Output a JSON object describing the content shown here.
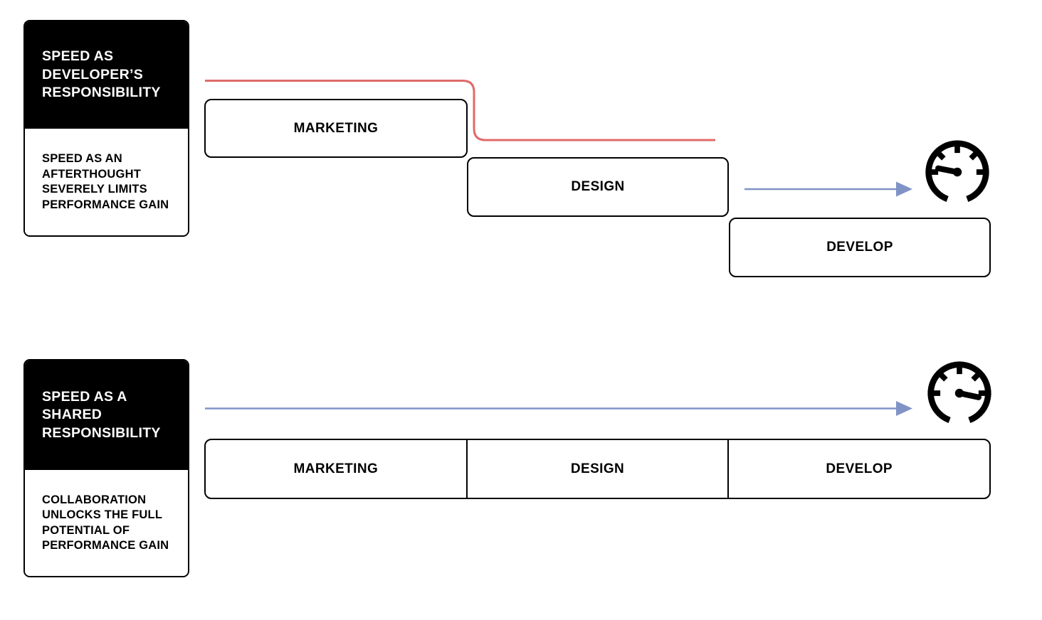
{
  "colors": {
    "background": "#FFFFFF",
    "ink": "#000000",
    "accent_red": "#E06A6A",
    "accent_blue": "#8093C6"
  },
  "top_flow": {
    "card": {
      "title": "SPEED AS\nDEVELOPER’S\nRESPONSIBILITY",
      "subtitle": "SPEED AS AN\nAFTERTHOUGHT\nSEVERELY LIMITS\nPERFORMANCE GAIN"
    },
    "stages": [
      {
        "label": "MARKETING"
      },
      {
        "label": "DESIGN"
      },
      {
        "label": "DEVELOP"
      }
    ],
    "icon": "speedometer-low"
  },
  "bottom_flow": {
    "card": {
      "title": "SPEED AS A\nSHARED\nRESPONSIBILITY",
      "subtitle": "COLLABORATION\nUNLOCKS THE FULL\nPOTENTIAL OF\nPERFORMANCE GAIN"
    },
    "stages": [
      {
        "label": "MARKETING"
      },
      {
        "label": "DESIGN"
      },
      {
        "label": "DEVELOP"
      }
    ],
    "icon": "speedometer-high"
  }
}
